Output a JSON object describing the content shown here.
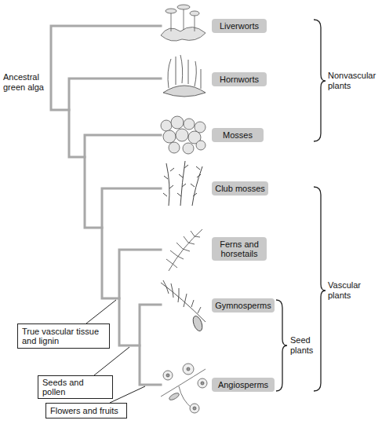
{
  "diagram": {
    "nodes": [
      {
        "text": [
          "Liverworts"
        ]
      },
      {
        "text": [
          "Hornworts"
        ]
      },
      {
        "text": [
          "Mosses"
        ]
      },
      {
        "text": [
          "Club mosses"
        ]
      },
      {
        "text": [
          "Ferns and horsetails"
        ]
      },
      {
        "text": [
          "Gymnosperms"
        ]
      },
      {
        "text": [
          "Angiosperms"
        ]
      },
      {
        "text": [
          "True vascular tissue and lignin"
        ]
      },
      {
        "text": [
          "Seeds and pollen"
        ]
      },
      {
        "text": [
          "Flowers and fruits"
        ]
      }
    ],
    "labels": [
      "Ancestral green alga",
      "Nonvascular plants",
      "Vascular plants",
      "Seed plants"
    ]
  }
}
